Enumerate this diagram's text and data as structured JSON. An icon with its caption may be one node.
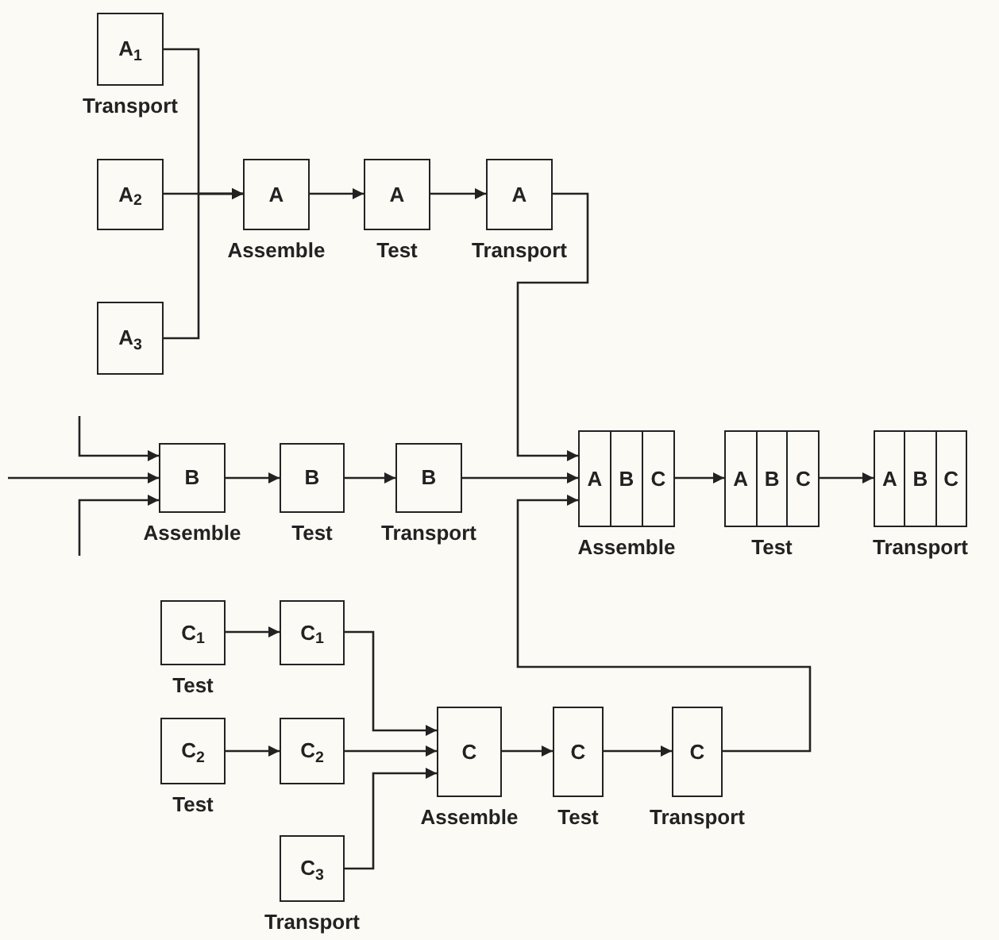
{
  "diagram": {
    "nodes": [
      {
        "text": [
          "A$_{1}$"
        ],
        "beside": [
          "Transport"
        ]
      },
      {
        "text": [
          "A$_{2}$"
        ]
      },
      {
        "text": [
          "A$_{3}$"
        ]
      },
      {
        "text": [
          "A"
        ],
        "beside": [
          "Assemble"
        ]
      },
      {
        "text": [
          "A"
        ],
        "beside": [
          "Test"
        ]
      },
      {
        "text": [
          "A"
        ],
        "beside": [
          "Transport"
        ]
      },
      {
        "text": [
          "B"
        ],
        "beside": [
          "Assemble"
        ]
      },
      {
        "text": [
          "B"
        ],
        "beside": [
          "Test"
        ]
      },
      {
        "text": [
          "B"
        ],
        "beside": [
          "Transport"
        ]
      },
      {
        "text": [
          "A",
          "B",
          "C"
        ],
        "beside": [
          "Assemble"
        ]
      },
      {
        "text": [
          "A",
          "B",
          "C"
        ],
        "beside": [
          "Test"
        ]
      },
      {
        "text": [
          "A",
          "B",
          "C"
        ],
        "beside": [
          "Transport"
        ]
      },
      {
        "text": [
          "C$_{1}$"
        ],
        "beside": [
          "Test"
        ]
      },
      {
        "text": [
          "C$_{1}$"
        ]
      },
      {
        "text": [
          "C$_{2}$"
        ],
        "beside": [
          "Test"
        ]
      },
      {
        "text": [
          "C$_{2}$"
        ]
      },
      {
        "text": [
          "C$_{3}$"
        ],
        "beside": [
          "Transport"
        ]
      },
      {
        "text": [
          "C"
        ],
        "beside": [
          "Assemble"
        ]
      },
      {
        "text": [
          "C"
        ],
        "beside": [
          "Test"
        ]
      },
      {
        "text": [
          "C"
        ],
        "beside": [
          "Transport"
        ]
      }
    ],
    "edges": [
      {
        "from": 0,
        "to": 3,
        "arrow": "to"
      },
      {
        "from": 1,
        "to": 3,
        "arrow": "to"
      },
      {
        "from": 2,
        "to": 3,
        "arrow": "to"
      },
      {
        "from": 3,
        "to": 4,
        "arrow": "to"
      },
      {
        "from": 4,
        "to": 5,
        "arrow": "to"
      },
      {
        "from": 5,
        "to": 9,
        "arrow": "to"
      },
      {
        "from": null,
        "to": 6,
        "arrow": "to"
      },
      {
        "from": null,
        "to": 6,
        "arrow": "to"
      },
      {
        "from": null,
        "to": 6,
        "arrow": "to"
      },
      {
        "from": 6,
        "to": 7,
        "arrow": "to"
      },
      {
        "from": 7,
        "to": 8,
        "arrow": "to"
      },
      {
        "from": 8,
        "to": 9,
        "arrow": "to"
      },
      {
        "from": 12,
        "to": 13,
        "arrow": "to"
      },
      {
        "from": 13,
        "to": 17,
        "arrow": "to"
      },
      {
        "from": 14,
        "to": 15,
        "arrow": "to"
      },
      {
        "from": 15,
        "to": 17,
        "arrow": "to"
      },
      {
        "from": 16,
        "to": 17,
        "arrow": "to"
      },
      {
        "from": 17,
        "to": 18,
        "arrow": "to"
      },
      {
        "from": 18,
        "to": 19,
        "arrow": "to"
      },
      {
        "from": 19,
        "to": 9,
        "arrow": "to"
      },
      {
        "from": 9,
        "to": 10,
        "arrow": "to"
      },
      {
        "from": 10,
        "to": 11,
        "arrow": "to"
      }
    ]
  }
}
